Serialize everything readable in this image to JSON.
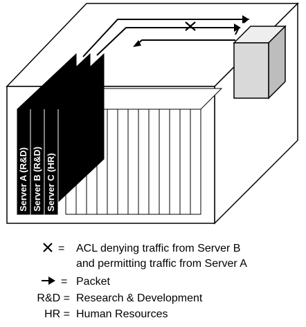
{
  "servers": [
    {
      "label": "Server A (R&D)"
    },
    {
      "label": "Server B (R&D)"
    },
    {
      "label": "Server C (HR)"
    }
  ],
  "legend": {
    "acl": {
      "symbol": "=",
      "line1": "ACL denying traffic from Server B",
      "line2": "and permitting traffic from Server A"
    },
    "packet": {
      "symbol": "=",
      "text": "Packet"
    },
    "rd": {
      "symbol": "R&D =",
      "text": "Research & Development"
    },
    "hr": {
      "symbol": "HR =",
      "text": "Human Resources"
    }
  },
  "colors": {
    "device_fill": "#d9d9d9",
    "server_fill": "#000000",
    "outline": "#000000"
  },
  "icons": [
    "deny-x-icon",
    "packet-arrow-icon"
  ]
}
